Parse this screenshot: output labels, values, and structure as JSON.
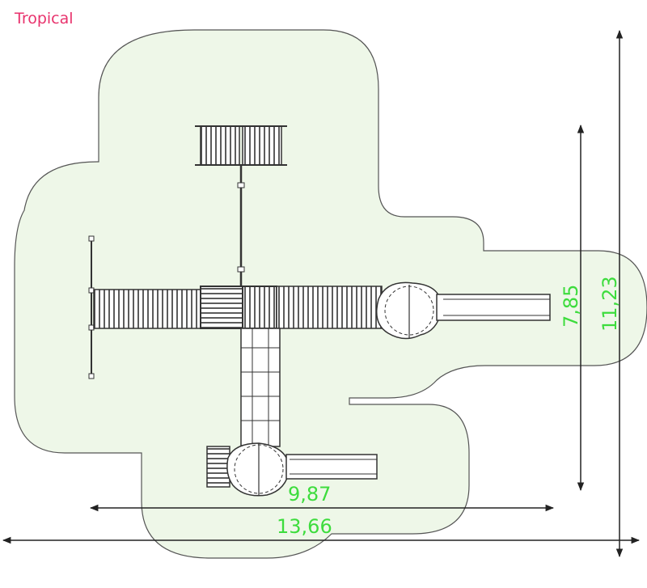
{
  "title": "Tropical",
  "colors": {
    "title": "#e8336d",
    "zone_fill": "#eef7e8",
    "zone_stroke": "#555555",
    "dimension_text": "#3ddc3d",
    "line": "#222222"
  },
  "dimensions": {
    "inner_width": "9,87",
    "outer_width": "13,66",
    "inner_height": "7,85",
    "outer_height": "11,23"
  }
}
